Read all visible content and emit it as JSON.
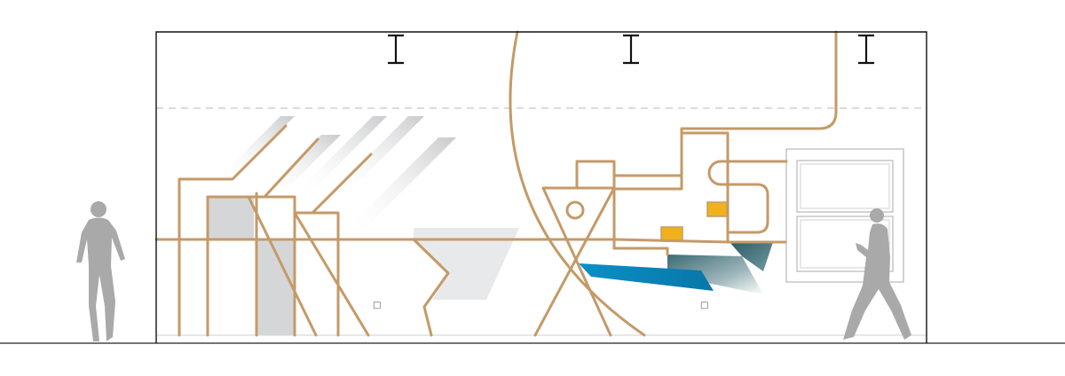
{
  "drawing": {
    "title": "",
    "glyph_marks": [
      "□",
      "□"
    ],
    "figures": [
      "person-standing",
      "person-walking"
    ],
    "fixtures": [
      "ceiling-light",
      "ceiling-light",
      "ceiling-light"
    ]
  },
  "colors": {
    "copper_line": "#c49a68",
    "wall_outline": "#111111",
    "ceiling_dash": "#c8c8c8",
    "ground_line": "#222222",
    "grey_panel": "#d5d6d8",
    "light_grey_panel": "#e8e9ea",
    "amber_block": "#f0b21c",
    "blue_panel": "#0a8ac2",
    "teal_panel": "#3e6f7a",
    "figure_grey": "#a9a9a9",
    "window_frame": "#b8b8b8"
  }
}
